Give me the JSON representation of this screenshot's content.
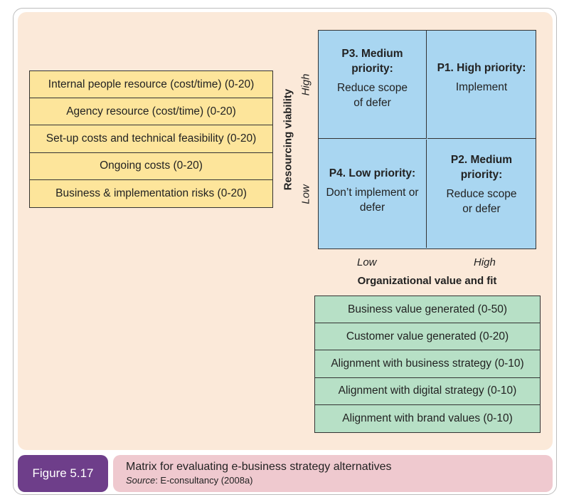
{
  "left_list": {
    "items": [
      "Internal people resource (cost/time) (0-20)",
      "Agency resource (cost/time) (0-20)",
      "Set-up costs and technical feasibility (0-20)",
      "Ongoing costs (0-20)",
      "Business & implementation risks (0-20)"
    ]
  },
  "matrix": {
    "y_axis_label": "Resourcing viability",
    "y_high": "High",
    "y_low": "Low",
    "x_axis_label": "Organizational value and fit",
    "x_low": "Low",
    "x_high": "High",
    "cells": {
      "top_left": {
        "title": "P3. Medium priority:",
        "desc": "Reduce scope of defer"
      },
      "top_right": {
        "title": "P1. High priority:",
        "desc": "Implement"
      },
      "bottom_left": {
        "title": "P4. Low priority:",
        "desc": "Don’t implement or defer"
      },
      "bottom_right": {
        "title": "P2. Medium priority:",
        "desc": "Reduce scope or defer"
      }
    }
  },
  "bottom_list": {
    "items": [
      "Business value generated (0-50)",
      "Customer value generated (0-20)",
      "Alignment with business strategy (0-10)",
      "Alignment with digital strategy (0-10)",
      "Alignment with brand values (0-10)"
    ]
  },
  "figure": {
    "label": "Figure 5.17",
    "caption": "Matrix for evaluating e-business strategy alternatives",
    "source_label": "Source",
    "source_text": ": E-consultancy (2008a)"
  },
  "colors": {
    "panel": "#fbe9d9",
    "left_list": "#fde59b",
    "matrix": "#a9d6f1",
    "bottom_list": "#b7e0c6",
    "figure_badge": "#6e3e8a",
    "caption_bg": "#efc9cf"
  }
}
